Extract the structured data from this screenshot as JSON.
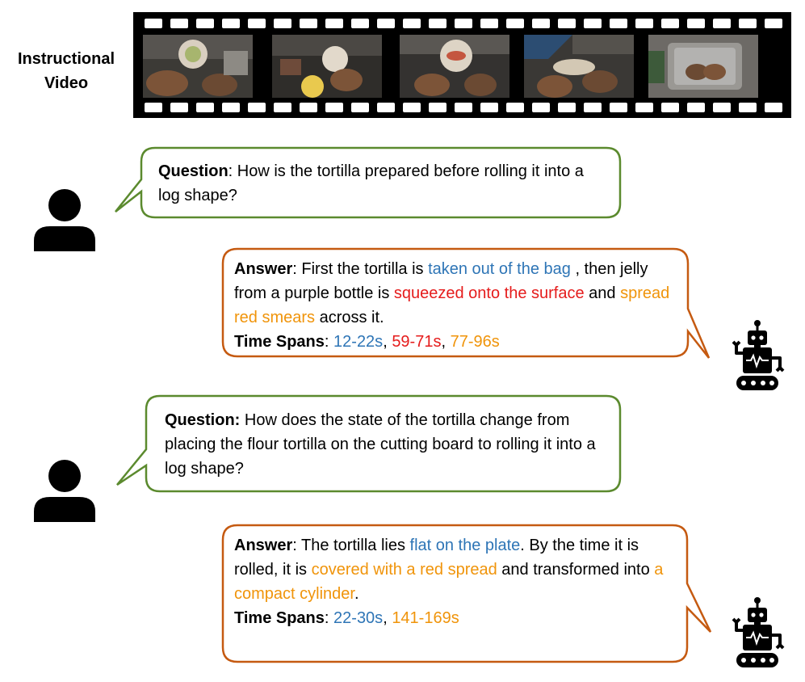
{
  "video": {
    "label_line1": "Instructional",
    "label_line2": "Video"
  },
  "qa": [
    {
      "question_label": "Question",
      "question_text": "How is the tortilla prepared before rolling it into a log shape?",
      "answer_label": "Answer",
      "answer_parts": {
        "p1": "First the tortilla is ",
        "h1": "taken out of the bag",
        "p2": " , then jelly from a purple bottle is ",
        "h2": "squeezed onto the surface",
        "p3": " and ",
        "h3": "spread red smears",
        "p4": " across it."
      },
      "time_label": "Time Spans",
      "spans": [
        "12-22s",
        "59-71s",
        "77-96s"
      ]
    },
    {
      "question_label": "Question:",
      "question_text": "How does the state of the tortilla change from placing the flour tortilla on the cutting board to rolling it into a log shape?",
      "answer_label": "Answer",
      "answer_parts": {
        "p1": "The tortilla lies ",
        "h1": "flat on the plate",
        "p2": ". By the time it is rolled, it is ",
        "h2": "covered with a red spread",
        "p3": " and transformed into ",
        "h3": "a compact cylinder",
        "p4": "."
      },
      "time_label": "Time Spans",
      "spans": [
        "22-30s",
        "141-169s"
      ]
    }
  ],
  "colors": {
    "question_border": "#5b8a2e",
    "answer_border": "#c55a11",
    "highlight_blue": "#2e75b6",
    "highlight_red": "#e51c1c",
    "highlight_orange": "#f0940a"
  },
  "icons": [
    "user-icon",
    "robot-icon"
  ]
}
